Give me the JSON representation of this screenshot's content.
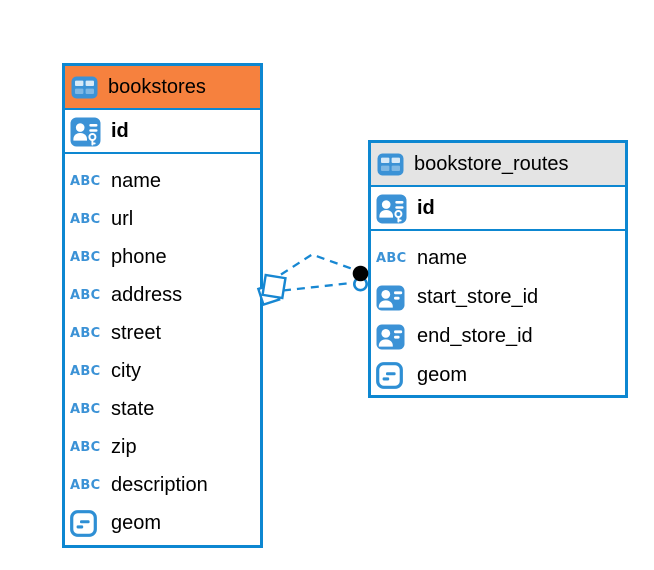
{
  "colors": {
    "table_border_blue": "#0D87D1",
    "icon_blue": "#3B92D6",
    "header_orange": "#F6813E",
    "header_gray": "#E4E4E4",
    "relation_line_blue": "#1787D2",
    "relation_dot_black": "#000000",
    "text": "#000000",
    "canvas_bg": "#FFFFFF"
  },
  "icons": {
    "table": "table-icon",
    "primary_key": "primary-key-user-icon",
    "foreign_key": "foreign-key-user-icon",
    "text_type": "text-type-icon",
    "geometry_type": "geometry-type-icon"
  },
  "type_badge": {
    "text_label": "ABC"
  },
  "tables": {
    "bookstores": {
      "title": "bookstores",
      "header_color": "#F6813E",
      "pk_row": {
        "label": "id",
        "icon": "primary-key-user-icon"
      },
      "columns": [
        {
          "label": "name",
          "icon": "text-type-icon"
        },
        {
          "label": "url",
          "icon": "text-type-icon"
        },
        {
          "label": "phone",
          "icon": "text-type-icon"
        },
        {
          "label": "address",
          "icon": "text-type-icon"
        },
        {
          "label": "street",
          "icon": "text-type-icon"
        },
        {
          "label": "city",
          "icon": "text-type-icon"
        },
        {
          "label": "state",
          "icon": "text-type-icon"
        },
        {
          "label": "zip",
          "icon": "text-type-icon"
        },
        {
          "label": "description",
          "icon": "text-type-icon"
        },
        {
          "label": "geom",
          "icon": "geometry-type-icon"
        }
      ]
    },
    "bookstore_routes": {
      "title": "bookstore_routes",
      "header_color": "#E4E4E4",
      "pk_row": {
        "label": "id",
        "icon": "primary-key-user-icon"
      },
      "columns": [
        {
          "label": "name",
          "icon": "text-type-icon"
        },
        {
          "label": "start_store_id",
          "icon": "foreign-key-user-icon"
        },
        {
          "label": "end_store_id",
          "icon": "foreign-key-user-icon"
        },
        {
          "label": "geom",
          "icon": "geometry-type-icon"
        }
      ]
    }
  },
  "relationship": {
    "style": "dashed",
    "line_count": 2,
    "from_table": "bookstores",
    "to_table": "bookstore_routes",
    "from_marker": "stacked-cards-marker",
    "to_marker": "dot-and-ring-marker"
  }
}
